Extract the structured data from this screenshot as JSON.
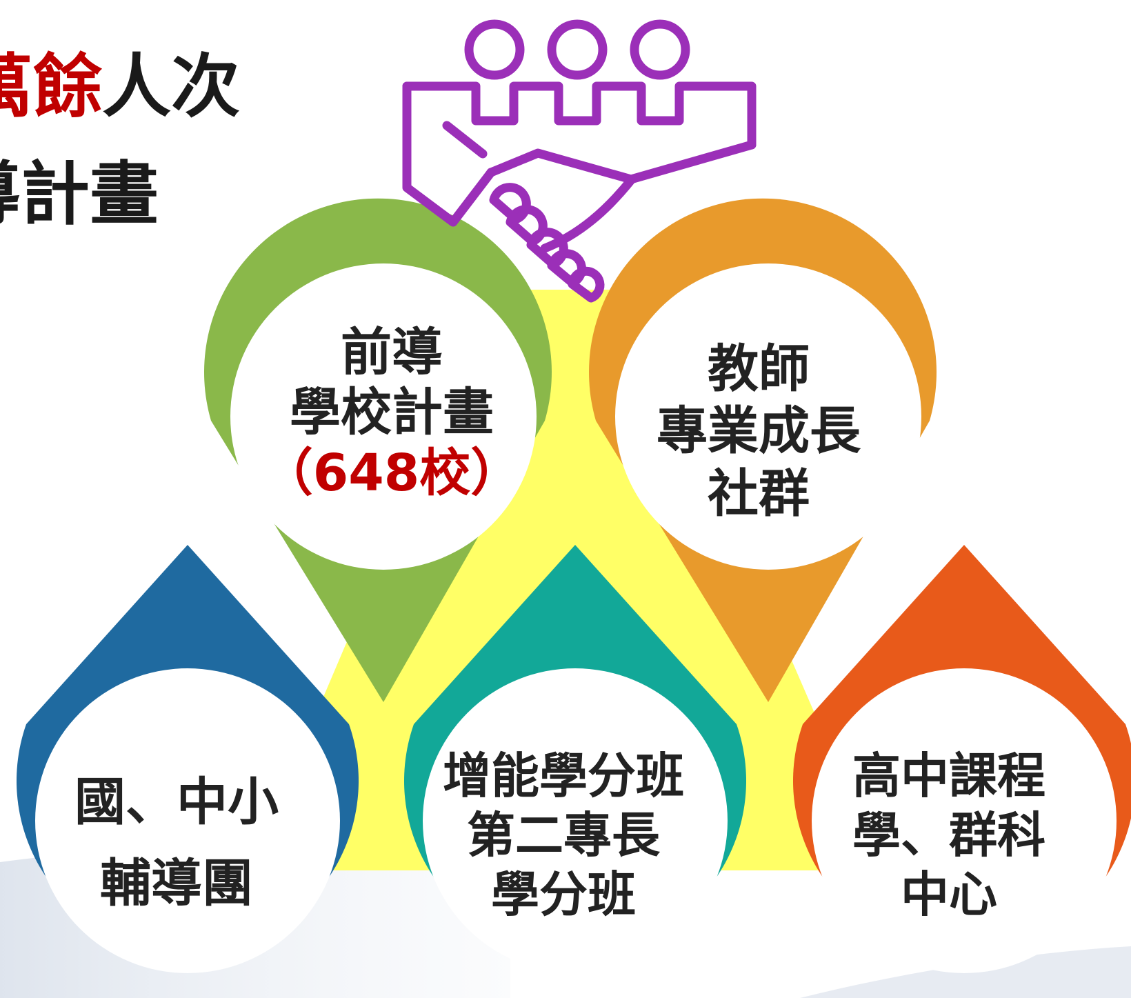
{
  "header": {
    "line1": [
      {
        "text": "萬餘",
        "color": "#c00000"
      },
      {
        "text": "人次",
        "color": "#1a1a1a"
      }
    ],
    "line2": "導計畫"
  },
  "icon": {
    "name": "teamwork-handshake-icon",
    "color": "#9b2fb8"
  },
  "center_triangle_color": "#ffff66",
  "nodes": {
    "pilot": {
      "color": "#8ab84a",
      "lines": [
        "前導",
        "學校計畫"
      ],
      "count": "（648校）"
    },
    "teacher": {
      "color": "#e89a2c",
      "lines": [
        "教師",
        "專業成長",
        "社群"
      ]
    },
    "junior": {
      "color": "#1f6aa0",
      "lines": [
        "國、中小",
        "輔導團"
      ]
    },
    "credit": {
      "color": "#12a898",
      "lines": [
        "增能學分班",
        "第二專長",
        "學分班"
      ]
    },
    "senior": {
      "color": "#e85a1a",
      "lines": [
        "高中課程",
        "學、群科",
        "中心"
      ]
    }
  }
}
